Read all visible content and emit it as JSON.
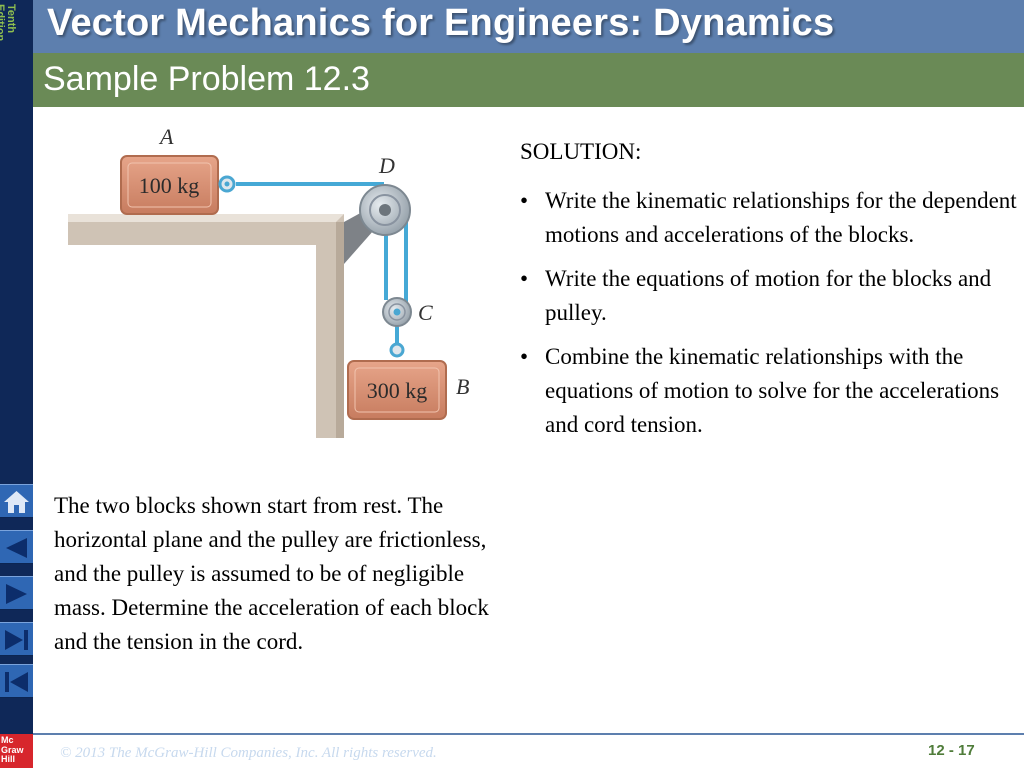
{
  "header": {
    "title": "Vector Mechanics for Engineers: Dynamics",
    "subtitle": "Sample Problem 12.3",
    "edition": "Tenth\nEdition"
  },
  "figure": {
    "label_a": "A",
    "label_b": "B",
    "label_c": "C",
    "label_d": "D",
    "block_a_mass": "100 kg",
    "block_b_mass": "300 kg"
  },
  "problem": {
    "text": "The two blocks shown start from rest. The horizontal plane and the pulley are frictionless, and the pulley is assumed to be of negligible mass.  Determine the acceleration of each block and the tension in the cord."
  },
  "solution": {
    "heading": "SOLUTION:",
    "bullets": [
      "Write the kinematic relationships for the dependent motions and accelerations of the blocks.",
      "Write the equations of motion for the blocks and pulley.",
      "Combine the kinematic relationships with the equations of motion to solve for the accelerations and cord tension."
    ]
  },
  "footer": {
    "copyright": "© 2013 The McGraw-Hill Companies, Inc. All rights reserved.",
    "slide_number": "12 - 17",
    "logo": "Mc\nGraw\nHill"
  },
  "nav": [
    "home-icon",
    "previous-icon",
    "next-icon",
    "end-icon",
    "return-icon"
  ],
  "colors": {
    "title_bar": "#5d7fae",
    "subtitle_bar": "#6a8a56",
    "sidebar": "#0f2858",
    "nav_button": "#2f67b4",
    "logo": "#d7262c"
  }
}
